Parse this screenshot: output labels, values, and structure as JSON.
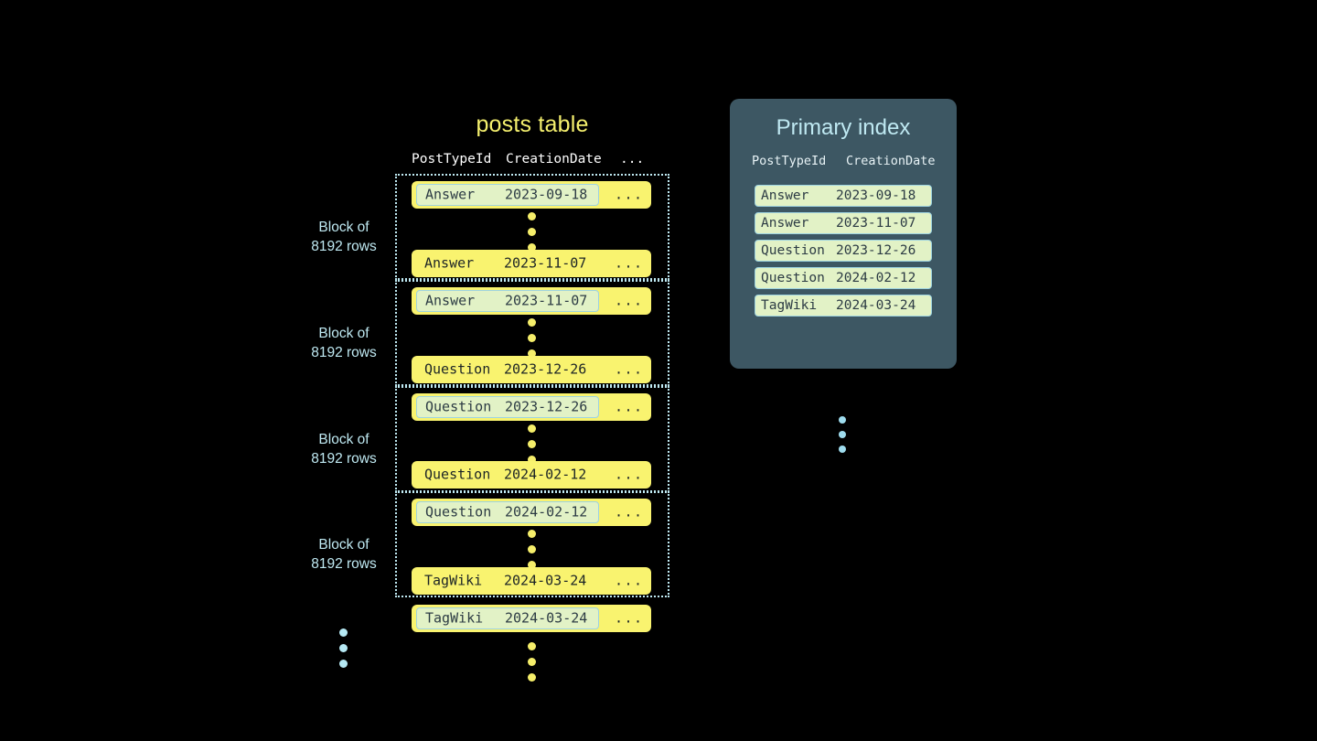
{
  "theme": {
    "background": "#000000",
    "row_yellow": "#f9f36f",
    "key_highlight_fill": "#e2f2c6",
    "key_highlight_border": "#9ed3e0",
    "accent_blue": "#bfe9f2",
    "title_yellow": "#f5f06e",
    "panel_slate": "#3d5763",
    "dot_yellow": "#f5ee6a",
    "dot_blue": "#b6e9f4",
    "text_dark": "#1c2426"
  },
  "posts_table": {
    "title": "posts table",
    "columns": [
      "PostTypeId",
      "CreationDate",
      "..."
    ],
    "more_cell": "...",
    "block_label": "Block of\n8192 rows",
    "block_label_line1": "Block of",
    "block_label_line2": "8192 rows",
    "blocks": [
      {
        "label_line1": "Block of",
        "label_line2": "8192 rows",
        "first_row": {
          "post_type_id": "Answer",
          "creation_date": "2023-09-18",
          "more": "...",
          "highlighted": true
        },
        "last_row": {
          "post_type_id": "Answer",
          "creation_date": "2023-11-07",
          "more": "...",
          "highlighted": false
        }
      },
      {
        "label_line1": "Block of",
        "label_line2": "8192 rows",
        "first_row": {
          "post_type_id": "Answer",
          "creation_date": "2023-11-07",
          "more": "...",
          "highlighted": true
        },
        "last_row": {
          "post_type_id": "Question",
          "creation_date": "2023-12-26",
          "more": "...",
          "highlighted": false
        }
      },
      {
        "label_line1": "Block of",
        "label_line2": "8192 rows",
        "first_row": {
          "post_type_id": "Question",
          "creation_date": "2023-12-26",
          "more": "...",
          "highlighted": true
        },
        "last_row": {
          "post_type_id": "Question",
          "creation_date": "2024-02-12",
          "more": "...",
          "highlighted": false
        }
      },
      {
        "label_line1": "Block of",
        "label_line2": "8192 rows",
        "first_row": {
          "post_type_id": "Question",
          "creation_date": "2024-02-12",
          "more": "...",
          "highlighted": true
        },
        "last_row": {
          "post_type_id": "TagWiki",
          "creation_date": "2024-03-24",
          "more": "...",
          "highlighted": false
        }
      }
    ],
    "trailing_row": {
      "post_type_id": "TagWiki",
      "creation_date": "2024-03-24",
      "more": "...",
      "highlighted": true
    }
  },
  "primary_index": {
    "title": "Primary index",
    "columns": [
      "PostTypeId",
      "CreationDate"
    ],
    "rows": [
      {
        "post_type_id": "Answer",
        "creation_date": "2023-09-18"
      },
      {
        "post_type_id": "Answer",
        "creation_date": "2023-11-07"
      },
      {
        "post_type_id": "Question",
        "creation_date": "2023-12-26"
      },
      {
        "post_type_id": "Question",
        "creation_date": "2024-02-12"
      },
      {
        "post_type_id": "TagWiki",
        "creation_date": "2024-03-24"
      }
    ]
  }
}
